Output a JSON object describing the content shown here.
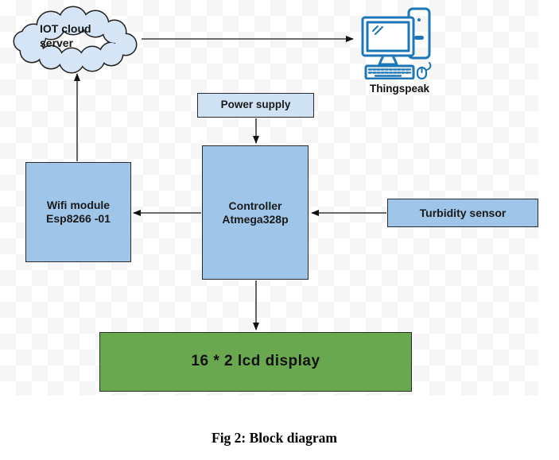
{
  "figure": {
    "caption": "Fig 2: Block diagram"
  },
  "colors": {
    "cloud_fill": "#d6e5f5",
    "light_box_fill": "#cfe2f3",
    "box_fill": "#9fc5e8",
    "lcd_fill": "#6aa84f",
    "box_border": "#2b2b2b",
    "arrow_line": "#3d3d3d",
    "arrow_head": "#111111",
    "icon_blue": "#1d76b5",
    "checker_dark": "#f6f6f6",
    "checker_light": "#ffffff"
  },
  "nodes": {
    "cloud": {
      "line1": "IOT cloud",
      "line2": "server"
    },
    "thingspeak": {
      "label": "Thingspeak",
      "icon": "desktop-computer-icon"
    },
    "power_supply": {
      "label": "Power supply"
    },
    "controller": {
      "line1": "Controller",
      "line2": "Atmega328p"
    },
    "wifi": {
      "line1": "Wifi module",
      "line2": "Esp8266 -01"
    },
    "turbidity": {
      "label": "Turbidity sensor"
    },
    "lcd": {
      "label": "16 * 2 lcd display"
    }
  },
  "connections": [
    {
      "from": "iot-cloud-server",
      "to": "thingspeak"
    },
    {
      "from": "wifi-module",
      "to": "iot-cloud-server"
    },
    {
      "from": "power-supply",
      "to": "controller"
    },
    {
      "from": "turbidity-sensor",
      "to": "controller"
    },
    {
      "from": "controller",
      "to": "wifi-module"
    },
    {
      "from": "controller",
      "to": "lcd-display"
    }
  ]
}
